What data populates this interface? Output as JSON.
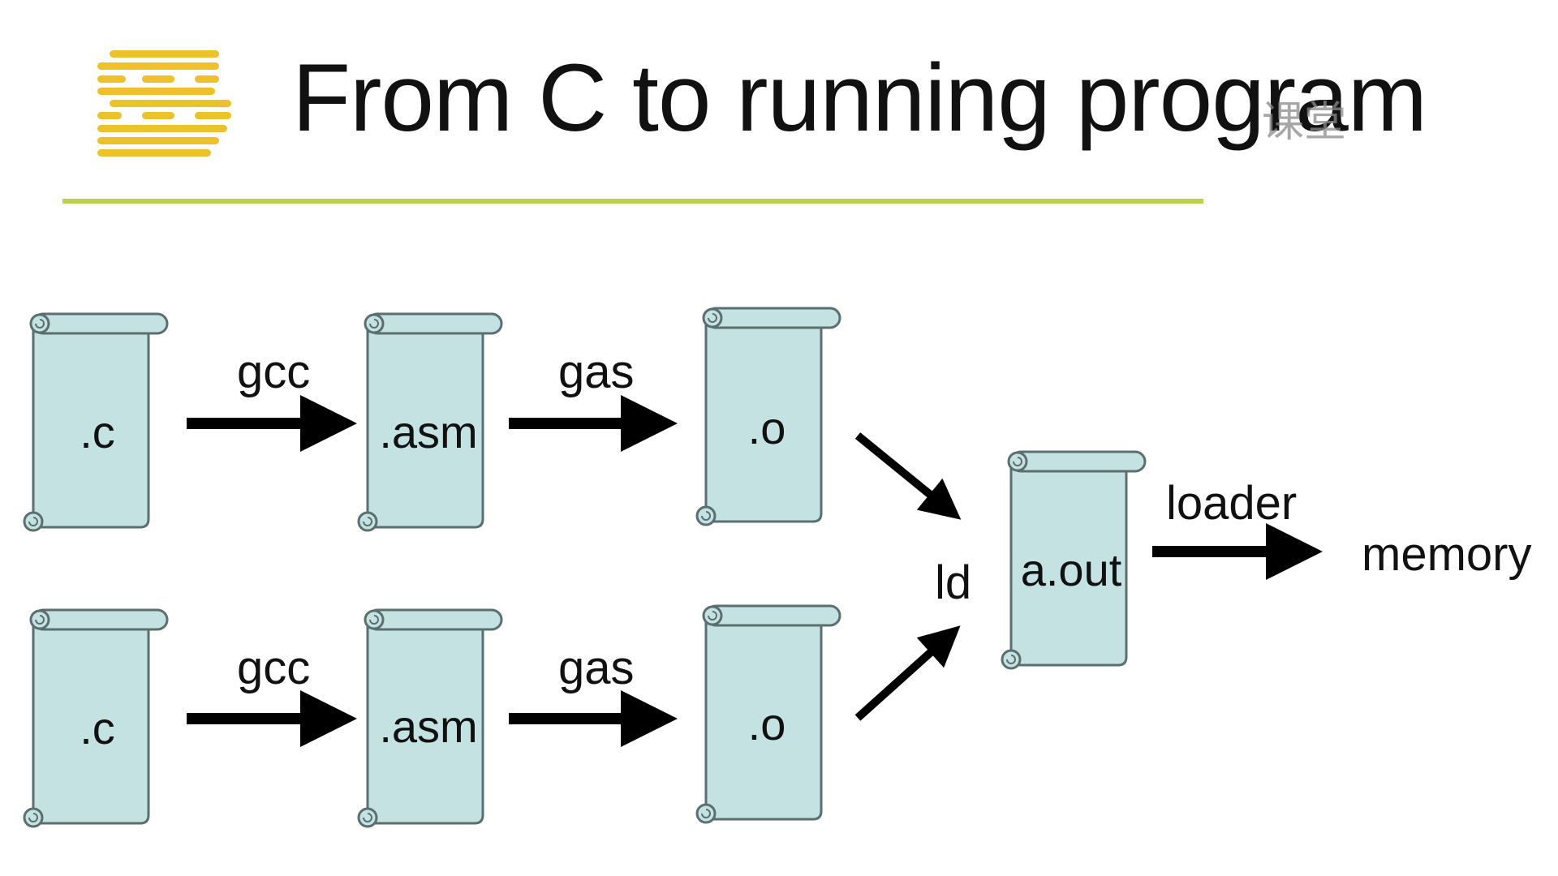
{
  "slide": {
    "title": "From C to running program",
    "logo": "striped-s-logo",
    "watermark": "课堂",
    "colors": {
      "logo": "#ecc12a",
      "rule": "#b9d14a",
      "scroll_fill": "#c4e2e2",
      "scroll_stroke": "#5b6e70",
      "arrow": "#000000"
    }
  },
  "diagram": {
    "rows": [
      {
        "source": ".c",
        "step1": "gcc",
        "asm": ".asm",
        "step2": "gas",
        "object": ".o"
      },
      {
        "source": ".c",
        "step1": "gcc",
        "asm": ".asm",
        "step2": "gas",
        "object": ".o"
      }
    ],
    "linker": "ld",
    "executable": "a.out",
    "loader": "loader",
    "destination": "memory"
  }
}
